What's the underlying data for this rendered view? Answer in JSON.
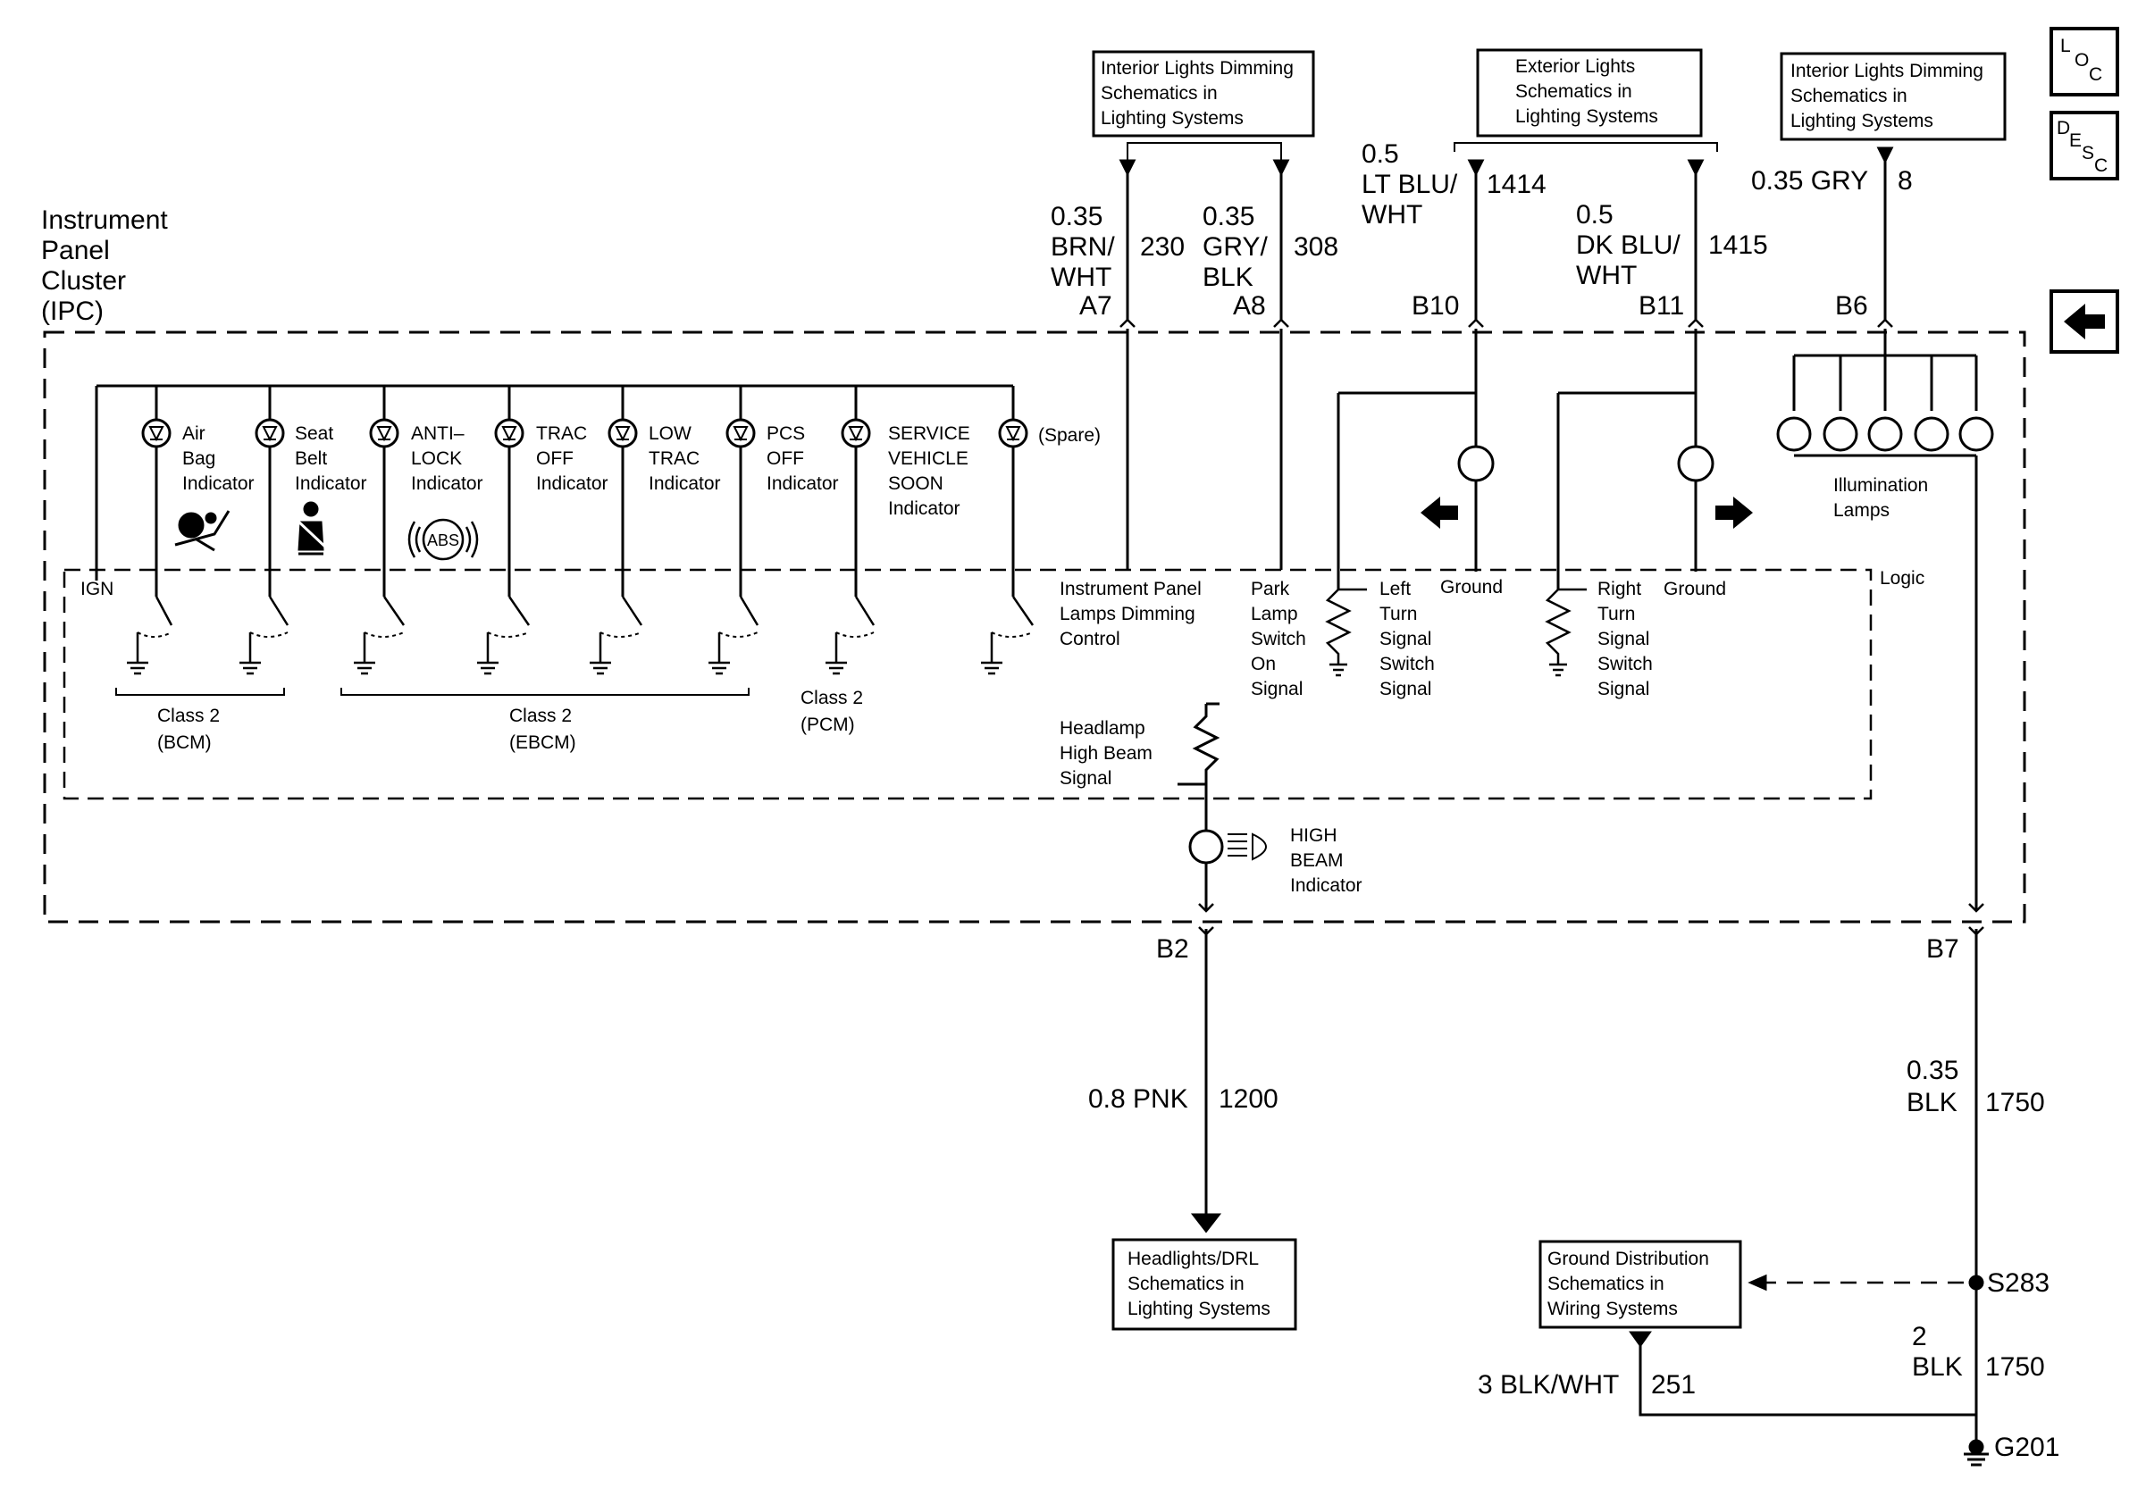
{
  "ipc": {
    "title_lines": [
      "Instrument",
      "Panel",
      "Cluster",
      "(IPC)"
    ]
  },
  "logic_label": "Logic",
  "ign_label": "IGN",
  "nav": {
    "loc": [
      "L",
      "O",
      "C"
    ],
    "desc": [
      "D",
      "E",
      "S",
      "C"
    ]
  },
  "boxes": {
    "interior_left": [
      "Interior Lights Dimming",
      "Schematics in",
      "Lighting Systems"
    ],
    "exterior": [
      "Exterior Lights",
      "Schematics in",
      "Lighting Systems"
    ],
    "interior_right": [
      "Interior Lights Dimming",
      "Schematics in",
      "Lighting Systems"
    ],
    "headlights": [
      "Headlights/DRL",
      "Schematics in",
      "Lighting Systems"
    ],
    "ground_dist": [
      "Ground Distribution",
      "Schematics in",
      "Wiring Systems"
    ]
  },
  "wires": {
    "a7": {
      "gauge": "0.35",
      "color1": "BRN/",
      "color2": "WHT",
      "circuit": "230",
      "pin": "A7"
    },
    "a8": {
      "gauge": "0.35",
      "color1": "GRY/",
      "color2": "BLK",
      "circuit": "308",
      "pin": "A8"
    },
    "b10": {
      "gauge": "0.5",
      "color1": "LT BLU/",
      "color2": "WHT",
      "circuit": "1414",
      "pin": "B10"
    },
    "b11": {
      "gauge": "0.5",
      "color1": "DK BLU/",
      "color2": "WHT",
      "circuit": "1415",
      "pin": "B11"
    },
    "b6": {
      "label": "0.35 GRY",
      "circuit": "8",
      "pin": "B6"
    },
    "b2": {
      "pin": "B2",
      "label": "0.8 PNK",
      "circuit": "1200"
    },
    "b7": {
      "pin": "B7",
      "gauge": "0.35",
      "color": "BLK",
      "circuit": "1750"
    },
    "g201_feed": {
      "gauge": "2",
      "color": "BLK",
      "circuit": "1750"
    },
    "gd": {
      "label": "3 BLK/WHT",
      "circuit": "251"
    },
    "splice": "S283",
    "ground": "G201"
  },
  "indicators": [
    {
      "lines": [
        "Air",
        "Bag",
        "Indicator"
      ]
    },
    {
      "lines": [
        "Seat",
        "Belt",
        "Indicator"
      ]
    },
    {
      "lines": [
        "ANTI–",
        "LOCK",
        "Indicator"
      ]
    },
    {
      "lines": [
        "TRAC",
        "OFF",
        "Indicator"
      ]
    },
    {
      "lines": [
        "LOW",
        "TRAC",
        "Indicator"
      ]
    },
    {
      "lines": [
        "PCS",
        "OFF",
        "Indicator"
      ]
    },
    {
      "lines": [
        "SERVICE",
        "VEHICLE",
        "SOON",
        "Indicator"
      ]
    },
    {
      "lines": [
        "(Spare)"
      ]
    }
  ],
  "abs_symbol": "ABS",
  "class2": {
    "bcm": [
      "Class 2",
      "(BCM)"
    ],
    "ebcm": [
      "Class 2",
      "(EBCM)"
    ],
    "pcm": [
      "Class 2",
      "(PCM)"
    ]
  },
  "logic_labels": {
    "ip_dimming": [
      "Instrument Panel",
      "Lamps Dimming",
      "Control"
    ],
    "park_lamp": [
      "Park",
      "Lamp",
      "Switch",
      "On",
      "Signal"
    ],
    "left_turn": [
      "Left",
      "Turn",
      "Signal",
      "Switch",
      "Signal"
    ],
    "right_turn": [
      "Right",
      "Turn",
      "Signal",
      "Switch",
      "Signal"
    ],
    "ground_left": "Ground",
    "ground_right": "Ground",
    "headlamp": [
      "Headlamp",
      "High Beam",
      "Signal"
    ],
    "high_beam": [
      "HIGH",
      "BEAM",
      "Indicator"
    ],
    "illumination": [
      "Illumination",
      "Lamps"
    ]
  }
}
